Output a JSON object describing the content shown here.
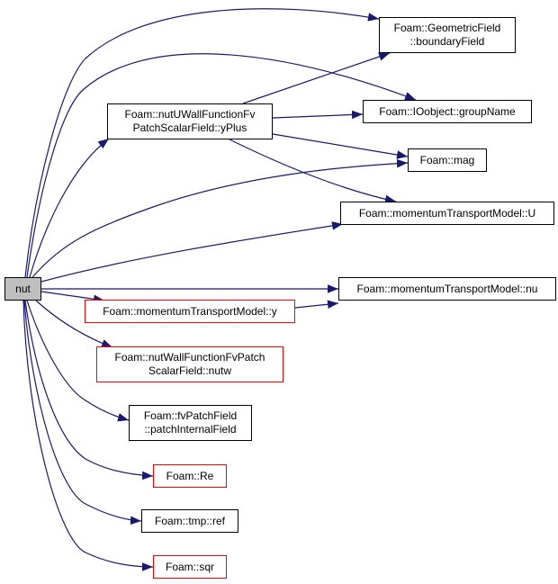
{
  "colors": {
    "edge": "#191970",
    "root_fill": "#bfbfbf",
    "red_border": "#ff0000"
  },
  "nodes": {
    "nut": "nut",
    "boundaryField": "Foam::GeometricField\n::boundaryField",
    "yPlus": "Foam::nutUWallFunctionFv\nPatchScalarField::yPlus",
    "groupName": "Foam::IOobject::groupName",
    "mag": "Foam::mag",
    "U": "Foam::momentumTransportModel::U",
    "nu": "Foam::momentumTransportModel::nu",
    "y": "Foam::momentumTransportModel::y",
    "nutw": "Foam::nutWallFunctionFvPatch\nScalarField::nutw",
    "patchInternalField": "Foam::fvPatchField\n::patchInternalField",
    "Re": "Foam::Re",
    "ref": "Foam::tmp::ref",
    "sqr": "Foam::sqr"
  },
  "edges": [
    {
      "from": "nut",
      "to": "boundaryField"
    },
    {
      "from": "nut",
      "to": "groupName"
    },
    {
      "from": "nut",
      "to": "yPlus"
    },
    {
      "from": "nut",
      "to": "mag"
    },
    {
      "from": "nut",
      "to": "U"
    },
    {
      "from": "nut",
      "to": "nu"
    },
    {
      "from": "nut",
      "to": "y"
    },
    {
      "from": "nut",
      "to": "nutw"
    },
    {
      "from": "nut",
      "to": "patchInternalField"
    },
    {
      "from": "nut",
      "to": "Re"
    },
    {
      "from": "nut",
      "to": "ref"
    },
    {
      "from": "nut",
      "to": "sqr"
    },
    {
      "from": "yPlus",
      "to": "boundaryField"
    },
    {
      "from": "yPlus",
      "to": "groupName"
    },
    {
      "from": "yPlus",
      "to": "mag"
    },
    {
      "from": "yPlus",
      "to": "U"
    },
    {
      "from": "y",
      "to": "nu"
    }
  ]
}
